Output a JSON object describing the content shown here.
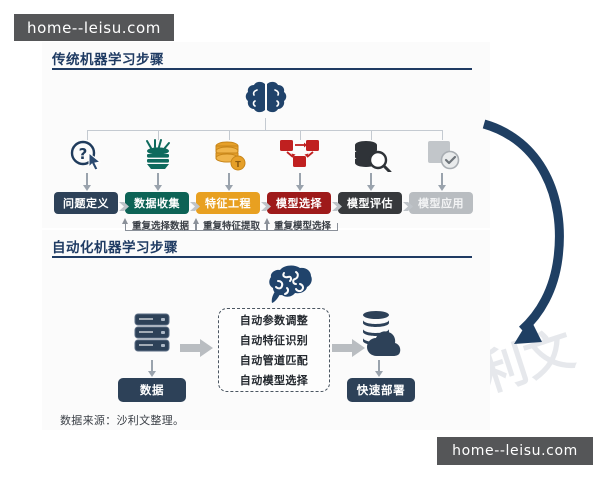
{
  "watermarks": {
    "top": "home--leisu.com",
    "bottom": "home--leisu.com",
    "ghost": "沙利文"
  },
  "sections": {
    "traditional": {
      "title": "传统机器学习步骤",
      "brain_icon": "brain-icon",
      "stages": [
        {
          "label": "问题定义",
          "color": "#2d4158",
          "icon": "question-cursor-icon"
        },
        {
          "label": "数据收集",
          "color": "#0d6356",
          "icon": "data-funnel-icon"
        },
        {
          "label": "特征工程",
          "color": "#e8a021",
          "icon": "coin-stack-icon"
        },
        {
          "label": "模型选择",
          "color": "#9e1a1a",
          "icon": "model-branch-icon"
        },
        {
          "label": "模型评估",
          "color": "#37393c",
          "icon": "database-search-icon"
        },
        {
          "label": "模型应用",
          "color": "#b9bdc1",
          "icon": "checked-box-icon"
        }
      ],
      "feedback": [
        "重复选择数据",
        "重复特征提取",
        "重复模型选择"
      ]
    },
    "automated": {
      "title": "自动化机器学习步骤",
      "brain_icon": "brain-icon",
      "auto_items": [
        "自动参数调整",
        "自动特征识别",
        "自动管道匹配",
        "自动模型选择"
      ],
      "input_node": {
        "label": "数据",
        "icon": "database-icon"
      },
      "output_node": {
        "label": "快速部署",
        "icon": "cloud-deploy-icon"
      }
    }
  },
  "source_note": "数据来源：沙利文整理。",
  "colors": {
    "navy": "#1f3b63",
    "panel": "#fbfbfb",
    "curve_arrow": "#1f3f63",
    "connector": "#c4cad1",
    "feedback_line": "#8a9099"
  }
}
